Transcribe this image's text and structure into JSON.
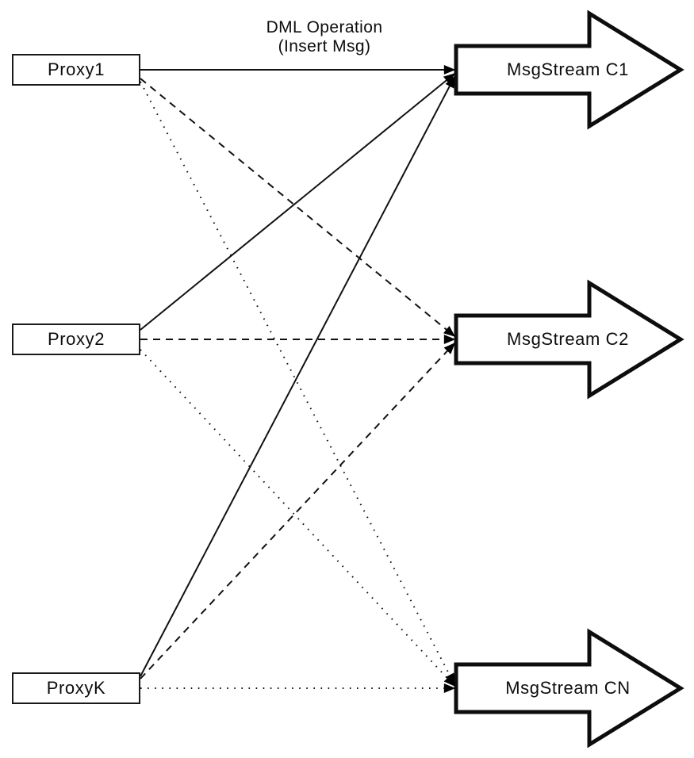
{
  "diagram": {
    "annotation": {
      "line1": "DML Operation",
      "line2": "(Insert Msg)"
    },
    "proxies": [
      {
        "id": "proxy1",
        "label": "Proxy1"
      },
      {
        "id": "proxy2",
        "label": "Proxy2"
      },
      {
        "id": "proxyk",
        "label": "ProxyK"
      }
    ],
    "streams": [
      {
        "id": "c1",
        "label": "MsgStream C1",
        "incoming_line_style": "solid"
      },
      {
        "id": "c2",
        "label": "MsgStream C2",
        "incoming_line_style": "dashed"
      },
      {
        "id": "cn",
        "label": "MsgStream CN",
        "incoming_line_style": "dotted"
      }
    ],
    "connections": [
      {
        "from": "Proxy1",
        "to": "MsgStream C1",
        "style": "solid"
      },
      {
        "from": "Proxy1",
        "to": "MsgStream C2",
        "style": "dashed"
      },
      {
        "from": "Proxy1",
        "to": "MsgStream CN",
        "style": "dotted"
      },
      {
        "from": "Proxy2",
        "to": "MsgStream C1",
        "style": "solid"
      },
      {
        "from": "Proxy2",
        "to": "MsgStream C2",
        "style": "dashed"
      },
      {
        "from": "Proxy2",
        "to": "MsgStream CN",
        "style": "dotted"
      },
      {
        "from": "ProxyK",
        "to": "MsgStream C1",
        "style": "solid"
      },
      {
        "from": "ProxyK",
        "to": "MsgStream C2",
        "style": "dashed"
      },
      {
        "from": "ProxyK",
        "to": "MsgStream CN",
        "style": "dotted"
      }
    ],
    "colors": {
      "stroke": "#000000",
      "background": "#ffffff"
    }
  }
}
